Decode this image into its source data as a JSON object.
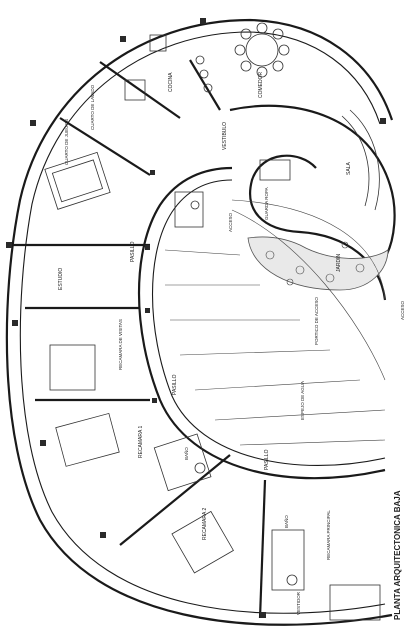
{
  "title": "PLANTA ARQUITECTONICA BAJA",
  "rooms": {
    "cocina": "COCINA",
    "comedor": "COMEDOR",
    "cuarto_lavado": "CUARTO DE LAVADO",
    "cuarto_juegos": "CUARTO DE JUEGOS",
    "vestibulo": "VESTIBULO",
    "sala": "SALA",
    "estudio": "ESTUDIO",
    "pasillo_1": "PASILLO",
    "pasillo_2": "PASILLO",
    "pasillo_3": "PASILLO",
    "guarda_ropa": "GUARDA ROPA",
    "acceso_1": "ACCESO",
    "acceso_2": "ACCESO",
    "jardin": "JARDIN",
    "portico": "PORTICO DE ACCESO",
    "recamara_visitas": "RECAMARA DE VISITAS",
    "recamara_1": "RECAMARA 1",
    "recamara_2": "RECAMARA 2",
    "recamara_principal": "RECAMARA PRINCIPAL",
    "espejo_agua": "ESPEJO DE AGUA",
    "bano_1": "BAÑO",
    "bano_2": "BAÑO",
    "vestidor": "VESTIDOR"
  }
}
